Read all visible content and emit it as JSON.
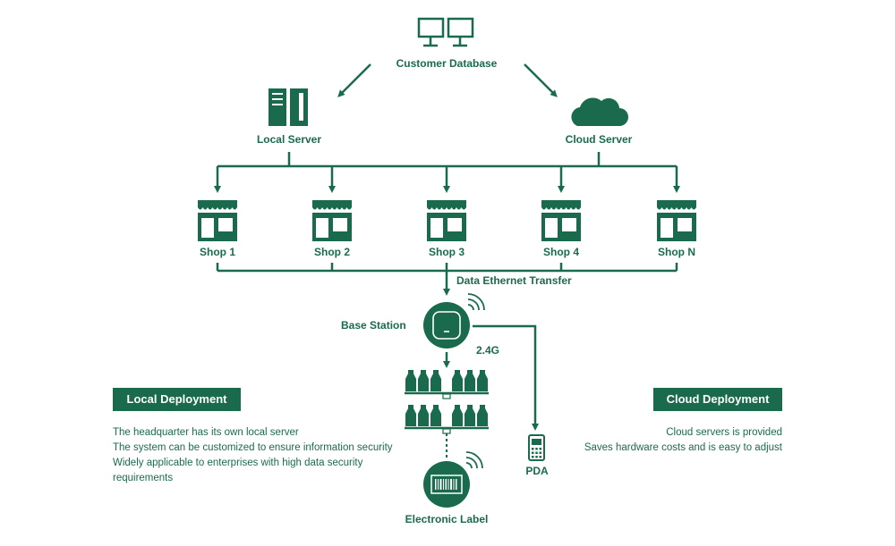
{
  "nodes": {
    "customer_database": "Customer Database",
    "local_server": "Local Server",
    "cloud_server": "Cloud Server",
    "shops": [
      "Shop 1",
      "Shop 2",
      "Shop 3",
      "Shop 4",
      "Shop N"
    ],
    "data_transfer": "Data Ethernet Transfer",
    "base_station": "Base Station",
    "frequency": "2.4G",
    "pda": "PDA",
    "electronic_label": "Electronic Label"
  },
  "local_deployment": {
    "title": "Local  Deployment",
    "lines": [
      "The headquarter has its own local server",
      "The system can be customized to ensure information security",
      "Widely applicable to enterprises with high data security requirements"
    ]
  },
  "cloud_deployment": {
    "title": "Cloud  Deployment",
    "lines": [
      "Cloud servers is provided",
      "Saves hardware costs and is easy to adjust"
    ]
  },
  "colors": {
    "primary": "#1a6b4d",
    "background": "#ffffff"
  }
}
